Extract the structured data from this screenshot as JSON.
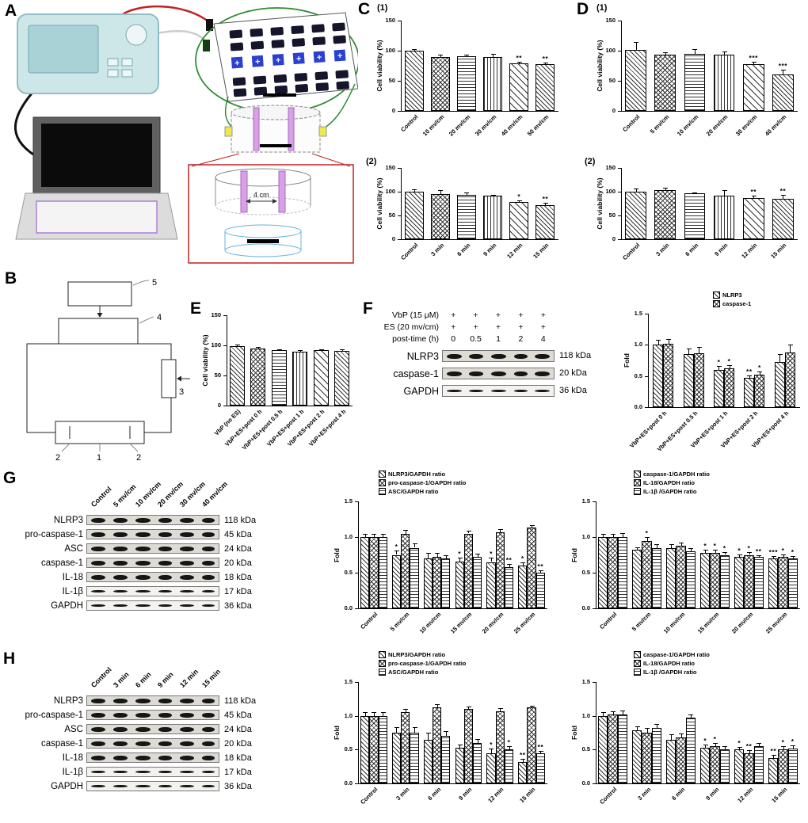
{
  "panel_labels": {
    "A": "A",
    "B": "B",
    "C": "C",
    "D": "D",
    "E": "E",
    "F": "F",
    "G": "G",
    "H": "H",
    "C1_sub": "(1)",
    "C2_sub": "(2)",
    "D1_sub": "(1)",
    "D2_sub": "(2)"
  },
  "diagramA": {
    "dish_width_label": "4 cm"
  },
  "diagramB": {
    "n1": "1",
    "n2": "2",
    "n2b": "2",
    "n3": "3",
    "n4": "4",
    "n5": "5"
  },
  "blots": {
    "F": {
      "lanes": 5,
      "header_rows": [
        {
          "label": "VbP (15 μM)",
          "values": [
            "+",
            "+",
            "+",
            "+",
            "+"
          ]
        },
        {
          "label": "ES (20 mv/cm)",
          "values": [
            "+",
            "+",
            "+",
            "+",
            "+"
          ]
        },
        {
          "label": "post-time (h)",
          "values": [
            "0",
            "0.5",
            "1",
            "2",
            "4"
          ]
        }
      ],
      "bands": [
        {
          "protein": "NLRP3",
          "kda": "118 kDa"
        },
        {
          "protein": "caspase-1",
          "kda": "20 kDa"
        },
        {
          "protein": "GAPDH",
          "kda": "36 kDa"
        }
      ]
    },
    "G": {
      "lanes": 6,
      "col_labels": [
        "Control",
        "5 mv/cm",
        "10 mv/cm",
        "20 mv/cm",
        "30 mv/cm",
        "40 mv/cm"
      ],
      "bands": [
        {
          "protein": "NLRP3",
          "kda": "118 kDa"
        },
        {
          "protein": "pro-caspase-1",
          "kda": "45 kDa"
        },
        {
          "protein": "ASC",
          "kda": "24 kDa"
        },
        {
          "protein": "caspase-1",
          "kda": "20 kDa"
        },
        {
          "protein": "IL-18",
          "kda": "18 kDa"
        },
        {
          "protein": "IL-1β",
          "kda": "17 kDa"
        },
        {
          "protein": "GAPDH",
          "kda": "36 kDa"
        }
      ]
    },
    "H": {
      "lanes": 6,
      "col_labels": [
        "Control",
        "3 min",
        "6 min",
        "9 min",
        "12 min",
        "15 min"
      ],
      "bands": [
        {
          "protein": "NLRP3",
          "kda": "118 kDa"
        },
        {
          "protein": "pro-caspase-1",
          "kda": "45 kDa"
        },
        {
          "protein": "ASC",
          "kda": "24 kDa"
        },
        {
          "protein": "caspase-1",
          "kda": "20 kDa"
        },
        {
          "protein": "IL-18",
          "kda": "18 kDa"
        },
        {
          "protein": "IL-1β",
          "kda": "17 kDa"
        },
        {
          "protein": "GAPDH",
          "kda": "36 kDa"
        }
      ]
    }
  },
  "chart_data": [
    {
      "id": "C1",
      "type": "bar",
      "ylabel": "Cell viability (%)",
      "ylim": [
        0,
        150
      ],
      "yticks": [
        0,
        50,
        100,
        150
      ],
      "pattern_per_bar": true,
      "label_space": 46,
      "categories": [
        "Control",
        "10 mv/cm",
        "20 mv/cm",
        "30 mv/cm",
        "40 mv/cm",
        "50 mv/cm"
      ],
      "values": [
        100,
        90,
        91,
        90,
        79,
        77
      ],
      "errors": [
        3,
        4,
        3,
        5,
        3,
        3
      ],
      "sig": [
        "",
        "",
        "",
        "",
        "**",
        "**"
      ]
    },
    {
      "id": "C2",
      "type": "bar",
      "ylabel": "Cell viability (%)",
      "ylim": [
        0,
        150
      ],
      "yticks": [
        0,
        50,
        100,
        150
      ],
      "pattern_per_bar": true,
      "label_space": 46,
      "categories": [
        "Control",
        "3 min",
        "6 min",
        "9 min",
        "12 min",
        "15 min"
      ],
      "values": [
        100,
        95,
        94,
        91,
        79,
        72
      ],
      "errors": [
        5,
        8,
        4,
        2,
        3,
        4
      ],
      "sig": [
        "",
        "",
        "",
        "",
        "*",
        "**"
      ]
    },
    {
      "id": "D1",
      "type": "bar",
      "ylabel": "Cell viability (%)",
      "ylim": [
        0,
        150
      ],
      "yticks": [
        0,
        50,
        100,
        150
      ],
      "pattern_per_bar": true,
      "label_space": 46,
      "categories": [
        "Control",
        "5 mv/cm",
        "10 mv/cm",
        "20 mv/cm",
        "30 mv/cm",
        "40 mv/cm"
      ],
      "values": [
        101,
        93,
        95,
        93,
        78,
        60
      ],
      "errors": [
        13,
        5,
        8,
        6,
        3,
        8
      ],
      "sig": [
        "",
        "",
        "",
        "",
        "***",
        "***"
      ]
    },
    {
      "id": "D2",
      "type": "bar",
      "ylabel": "Cell viability (%)",
      "ylim": [
        0,
        150
      ],
      "yticks": [
        0,
        50,
        100,
        150
      ],
      "pattern_per_bar": true,
      "label_space": 46,
      "categories": [
        "Control",
        "3 min",
        "6 min",
        "9 min",
        "12 min",
        "15 min"
      ],
      "values": [
        100,
        104,
        96,
        91,
        87,
        85
      ],
      "errors": [
        6,
        5,
        3,
        12,
        4,
        8
      ],
      "sig": [
        "",
        "",
        "",
        "",
        "**",
        "**"
      ]
    },
    {
      "id": "E",
      "type": "bar",
      "ylabel": "Cell viability (%)",
      "ylim": [
        0,
        150
      ],
      "yticks": [
        0,
        50,
        100,
        150
      ],
      "pattern_per_bar": true,
      "label_space": 80,
      "categories": [
        "VbP (no ES)",
        "VbP+ES+post 0 h",
        "VbP+ES+post 0.5 h",
        "VbP+ES+post 1 h",
        "VbP+ES+post 2 h",
        "VbP+ES+post 4 h"
      ],
      "values": [
        99,
        95,
        92,
        90,
        92,
        91
      ],
      "errors": [
        2,
        2,
        2,
        2,
        2,
        2
      ],
      "sig": [
        "",
        "",
        "",
        "",
        "",
        ""
      ]
    },
    {
      "id": "F",
      "type": "bar",
      "ylabel": "Fold",
      "ylim": [
        0,
        1.5
      ],
      "yticks": [
        0,
        0.5,
        1,
        1.5
      ],
      "label_space": 80,
      "legend": {
        "labels": [
          "NLRP3",
          "caspase-1"
        ],
        "x": 118,
        "position": "top-right"
      },
      "categories": [
        "VbP+ES+post 0 h",
        "VbP+ES+post 0.5 h",
        "VbP+ES+post 1 h",
        "VbP+ES+post 2 h",
        "VbP+ES+post 4 h"
      ],
      "series": [
        {
          "name": "NLRP3",
          "values": [
            1.0,
            0.85,
            0.6,
            0.47,
            0.73
          ],
          "errors": [
            0.08,
            0.09,
            0.06,
            0.04,
            0.12
          ],
          "sig": [
            "",
            "",
            "*",
            "**",
            ""
          ]
        },
        {
          "name": "caspase-1",
          "values": [
            1.02,
            0.87,
            0.62,
            0.52,
            0.88
          ],
          "errors": [
            0.07,
            0.1,
            0.05,
            0.05,
            0.13
          ],
          "sig": [
            "",
            "",
            "*",
            "*",
            ""
          ]
        }
      ]
    },
    {
      "id": "Gmid",
      "type": "bar",
      "ylabel": "Fold",
      "ylim": [
        0,
        1.5
      ],
      "yticks": [
        0,
        0.5,
        1,
        1.5
      ],
      "label_space": 48,
      "legend": {
        "labels": [
          "NLRP3/GAPDH ratio",
          "pro-caspase-1/GAPDH ratio",
          "ASC/GAPDH ratio"
        ],
        "x": 62,
        "position": "top"
      },
      "categories": [
        "Control",
        "5 mv/cm",
        "10 mv/cm",
        "15 mv/cm",
        "20 mv/cm",
        "25 mv/cm"
      ],
      "series": [
        {
          "name": "NLRP3/GAPDH ratio",
          "values": [
            1.0,
            0.75,
            0.7,
            0.66,
            0.65,
            0.6
          ],
          "errors": [
            0.05,
            0.06,
            0.08,
            0.05,
            0.06,
            0.04
          ],
          "sig": [
            "",
            "*",
            "",
            "*",
            "*",
            "*"
          ]
        },
        {
          "name": "pro-caspase-1/GAPDH ratio",
          "values": [
            1.0,
            1.05,
            0.72,
            1.05,
            1.07,
            1.13
          ],
          "errors": [
            0.04,
            0.05,
            0.06,
            0.04,
            0.04,
            0.04
          ],
          "sig": [
            "",
            "",
            "",
            "",
            "",
            ""
          ]
        },
        {
          "name": "ASC/GAPDH ratio",
          "values": [
            1.0,
            0.85,
            0.7,
            0.72,
            0.58,
            0.5
          ],
          "errors": [
            0.04,
            0.06,
            0.05,
            0.05,
            0.04,
            0.03
          ],
          "sig": [
            "",
            "",
            "",
            "",
            "**",
            "**"
          ]
        }
      ]
    },
    {
      "id": "Gright",
      "type": "bar",
      "ylabel": "Fold",
      "ylim": [
        0,
        1.5
      ],
      "yticks": [
        0,
        0.5,
        1,
        1.5
      ],
      "label_space": 48,
      "legend": {
        "labels": [
          "caspase-1/GAPDH ratio",
          "IL-18/GAPDH ratio",
          "IL-1β /GAPDH ratio"
        ],
        "x": 84,
        "position": "top"
      },
      "categories": [
        "Control",
        "5 mv/cm",
        "10 mv/cm",
        "15 mv/cm",
        "20 mv/cm",
        "25 mv/cm"
      ],
      "series": [
        {
          "name": "caspase-1/GAPDH ratio",
          "values": [
            1.0,
            0.82,
            0.85,
            0.78,
            0.72,
            0.7
          ],
          "errors": [
            0.05,
            0.04,
            0.05,
            0.04,
            0.04,
            0.03
          ],
          "sig": [
            "",
            "",
            "",
            "*",
            "*",
            "***"
          ]
        },
        {
          "name": "IL-18/GAPDH ratio",
          "values": [
            1.0,
            0.95,
            0.88,
            0.78,
            0.75,
            0.72
          ],
          "errors": [
            0.05,
            0.05,
            0.04,
            0.04,
            0.04,
            0.04
          ],
          "sig": [
            "",
            "*",
            "",
            "*",
            "*",
            "*"
          ]
        },
        {
          "name": "IL-1β /GAPDH ratio",
          "values": [
            1.0,
            0.85,
            0.8,
            0.75,
            0.72,
            0.7
          ],
          "errors": [
            0.06,
            0.05,
            0.04,
            0.04,
            0.03,
            0.03
          ],
          "sig": [
            "",
            "",
            "",
            "*",
            "**",
            "*"
          ]
        }
      ]
    },
    {
      "id": "Hmid",
      "type": "bar",
      "ylabel": "Fold",
      "ylim": [
        0,
        1.5
      ],
      "yticks": [
        0,
        0.5,
        1,
        1.5
      ],
      "label_space": 48,
      "legend": {
        "labels": [
          "NLRP3/GAPDH ratio",
          "pro-caspase-1/GAPDH ratio",
          "ASC/GAPDH ratio"
        ],
        "x": 62,
        "position": "top"
      },
      "categories": [
        "Control",
        "3 min",
        "6 min",
        "9 min",
        "12 min",
        "15 min"
      ],
      "series": [
        {
          "name": "NLRP3/GAPDH ratio",
          "values": [
            1.0,
            0.75,
            0.65,
            0.53,
            0.45,
            0.32
          ],
          "errors": [
            0.06,
            0.08,
            0.1,
            0.05,
            0.06,
            0.04
          ],
          "sig": [
            "",
            "",
            "",
            "",
            "*",
            "**"
          ]
        },
        {
          "name": "pro-caspase-1/GAPDH ratio",
          "values": [
            1.0,
            1.05,
            1.13,
            1.1,
            1.07,
            1.12
          ],
          "errors": [
            0.05,
            0.05,
            0.04,
            0.04,
            0.04,
            0.03
          ],
          "sig": [
            "",
            "",
            "",
            "",
            "",
            ""
          ]
        },
        {
          "name": "ASC/GAPDH ratio",
          "values": [
            1.0,
            0.75,
            0.7,
            0.6,
            0.5,
            0.44
          ],
          "errors": [
            0.05,
            0.08,
            0.07,
            0.06,
            0.05,
            0.04
          ],
          "sig": [
            "",
            "",
            "",
            "",
            "*",
            "**"
          ]
        }
      ]
    },
    {
      "id": "Hright",
      "type": "bar",
      "ylabel": "Fold",
      "ylim": [
        0,
        1.5
      ],
      "yticks": [
        0,
        0.5,
        1,
        1.5
      ],
      "label_space": 48,
      "legend": {
        "labels": [
          "caspase-1/GAPDH ratio",
          "IL-18/GAPDH ratio",
          "IL-1β /GAPDH ratio"
        ],
        "x": 84,
        "position": "top"
      },
      "categories": [
        "Control",
        "3 min",
        "6 min",
        "9 min",
        "12 min",
        "15 min"
      ],
      "series": [
        {
          "name": "caspase-1/GAPDH ratio",
          "values": [
            1.0,
            0.78,
            0.65,
            0.53,
            0.5,
            0.38
          ],
          "errors": [
            0.05,
            0.06,
            0.08,
            0.05,
            0.04,
            0.04
          ],
          "sig": [
            "",
            "",
            "",
            "*",
            "*",
            "**"
          ]
        },
        {
          "name": "IL-18/GAPDH ratio",
          "values": [
            1.02,
            0.75,
            0.68,
            0.55,
            0.45,
            0.5
          ],
          "errors": [
            0.05,
            0.07,
            0.06,
            0.05,
            0.04,
            0.05
          ],
          "sig": [
            "",
            "",
            "",
            "*",
            "**",
            "*"
          ]
        },
        {
          "name": "IL-1β /GAPDH ratio",
          "values": [
            1.02,
            0.82,
            0.97,
            0.5,
            0.55,
            0.52
          ],
          "errors": [
            0.06,
            0.06,
            0.05,
            0.05,
            0.05,
            0.04
          ],
          "sig": [
            "",
            "",
            "",
            "",
            "",
            "*"
          ]
        }
      ]
    }
  ]
}
